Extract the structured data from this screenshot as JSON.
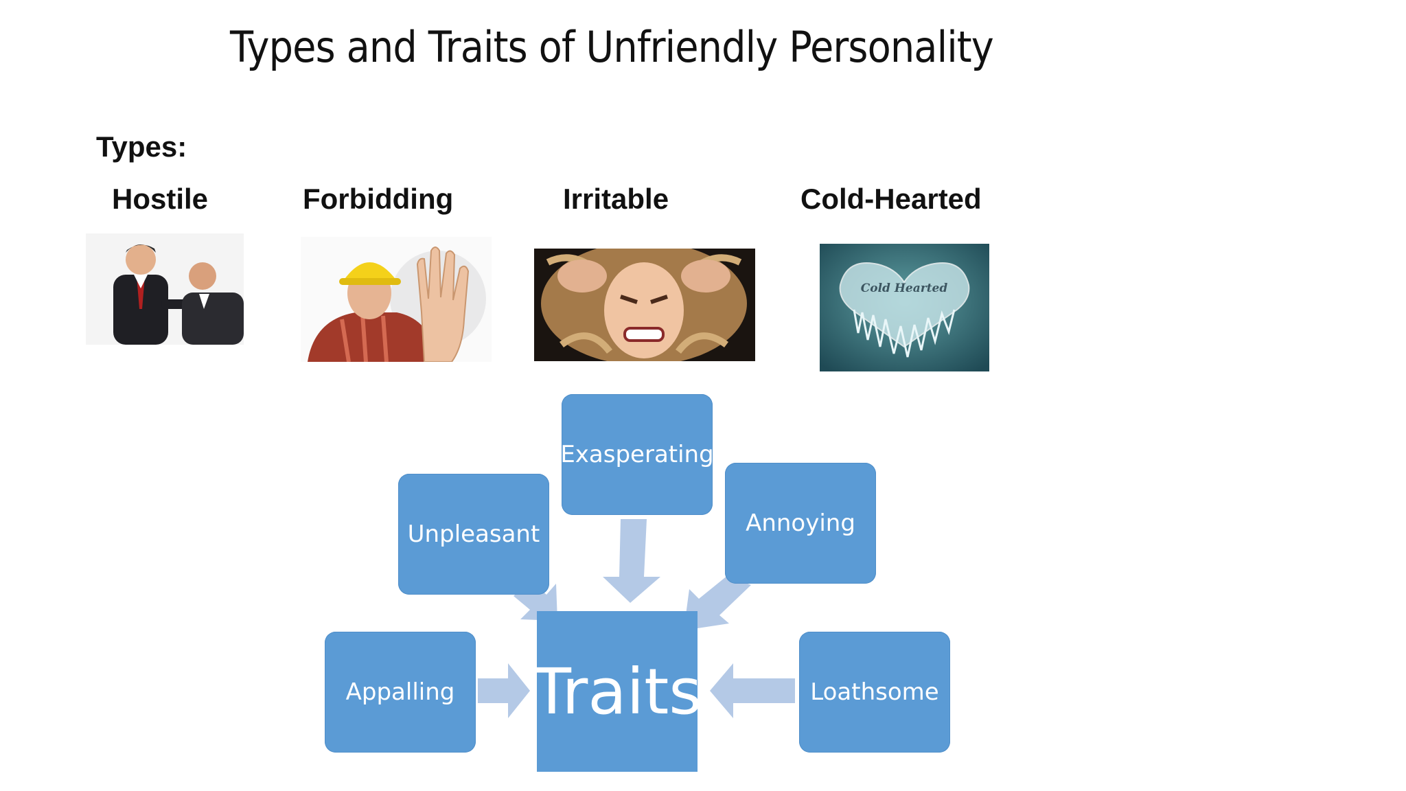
{
  "slide": {
    "title": "Types and Traits of Unfriendly Personality",
    "types_heading": "Types:"
  },
  "types": [
    {
      "label": "Hostile",
      "icon": "arguing-businessmen-photo"
    },
    {
      "label": "Forbidding",
      "icon": "stop-hand-worker-photo"
    },
    {
      "label": "Irritable",
      "icon": "frustrated-woman-photo"
    },
    {
      "label": "Cold-Hearted",
      "icon": "frozen-heart-photo"
    }
  ],
  "diagram": {
    "center": "Traits",
    "nodes": [
      "Exasperating",
      "Unpleasant",
      "Annoying",
      "Appalling",
      "Loathsome"
    ],
    "colors": {
      "box": "#5b9bd5",
      "arrow": "#b4c9e6",
      "text": "#ffffff"
    }
  }
}
